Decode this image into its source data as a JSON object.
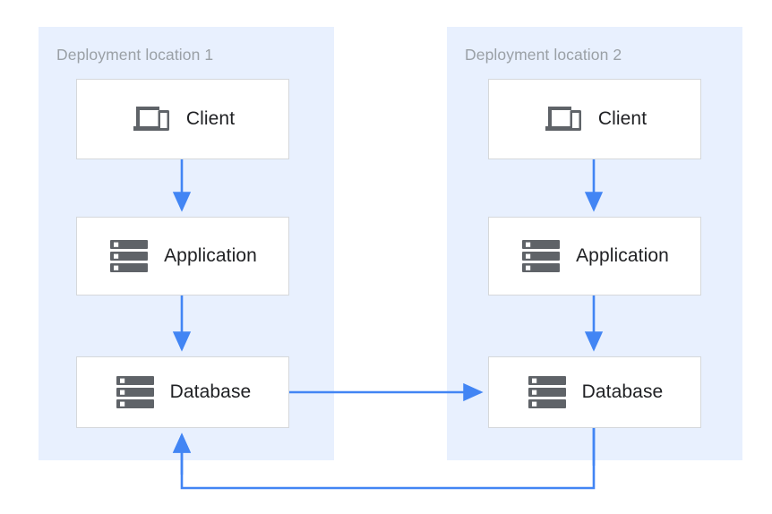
{
  "diagram": {
    "title_absent": true,
    "background_color": "#FFFFFF",
    "zone_fill_color": "#E8F0FE",
    "node_fill_color": "#FFFFFF",
    "node_border_color": "#D5D8DB",
    "icon_color": "#5F6368",
    "arrow_color": "#4285F4",
    "zone_label_color": "#9AA0A6",
    "node_label_color": "#202124",
    "zones": [
      {
        "id": "zone1",
        "label": "Deployment location 1"
      },
      {
        "id": "zone2",
        "label": "Deployment location 2"
      }
    ],
    "nodes": [
      {
        "id": "client-1",
        "label": "Client",
        "icon": "devices-icon",
        "zone": "zone1"
      },
      {
        "id": "application-1",
        "label": "Application",
        "icon": "server-icon",
        "zone": "zone1"
      },
      {
        "id": "database-1",
        "label": "Database",
        "icon": "server-icon",
        "zone": "zone1"
      },
      {
        "id": "client-2",
        "label": "Client",
        "icon": "devices-icon",
        "zone": "zone2"
      },
      {
        "id": "application-2",
        "label": "Application",
        "icon": "server-icon",
        "zone": "zone2"
      },
      {
        "id": "database-2",
        "label": "Database",
        "icon": "server-icon",
        "zone": "zone2"
      }
    ],
    "edges": [
      {
        "id": "edge-client1-app1",
        "from": "client-1",
        "to": "application-1",
        "style": "straight-down"
      },
      {
        "id": "edge-app1-db1",
        "from": "application-1",
        "to": "database-1",
        "style": "straight-down"
      },
      {
        "id": "edge-client2-app2",
        "from": "client-2",
        "to": "application-2",
        "style": "straight-down"
      },
      {
        "id": "edge-app2-db2",
        "from": "application-2",
        "to": "database-2",
        "style": "straight-down"
      },
      {
        "id": "edge-db1-db2",
        "from": "database-1",
        "to": "database-2",
        "style": "straight-right"
      },
      {
        "id": "edge-db2-db1",
        "from": "database-2",
        "to": "database-1",
        "style": "orthogonal-return-bottom"
      }
    ]
  }
}
